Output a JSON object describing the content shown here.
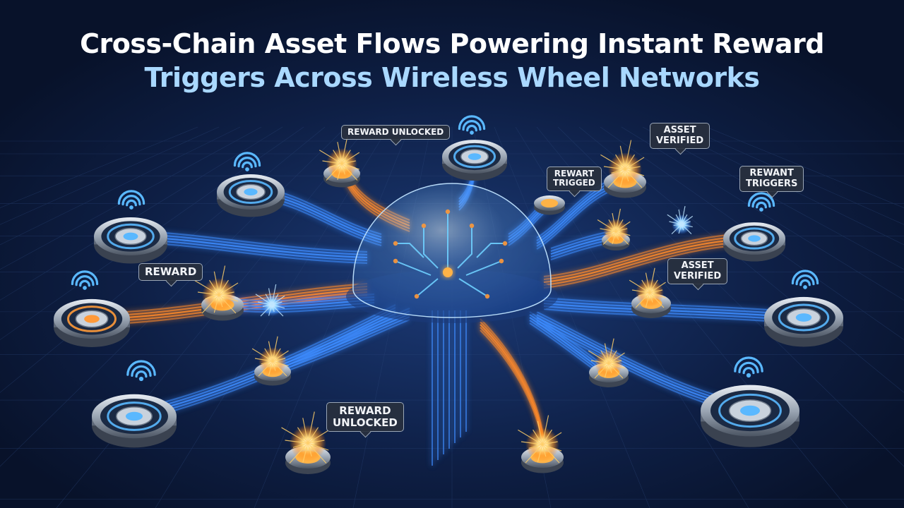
{
  "title": {
    "line1": "Cross-Chain Asset Flows Powering Instant Reward",
    "line2": "Triggers Across Wireless Wheel Networks"
  },
  "colors": {
    "background": "#0a1630",
    "blue_flow": "#3d8cff",
    "orange_flow": "#ff8a2a",
    "spark": "#ffcf6a",
    "title_accent": "#a9d8ff"
  },
  "callouts": [
    {
      "id": "reward-unlocked-top",
      "lines": [
        "REWARD UNLOCKED"
      ]
    },
    {
      "id": "asset-verified-top",
      "lines": [
        "ASSET",
        "VERIFIED"
      ]
    },
    {
      "id": "rewart-triggered",
      "lines": [
        "REWART",
        "TRIGGED"
      ]
    },
    {
      "id": "rewant-triggers",
      "lines": [
        "REWANT",
        "TRIGGERS"
      ]
    },
    {
      "id": "reward-left",
      "lines": [
        "REWARD"
      ]
    },
    {
      "id": "asset-verified-right",
      "lines": [
        "ASSET",
        "VERIFIED"
      ]
    },
    {
      "id": "reward-unlocked-bottom",
      "lines": [
        "REWARD",
        "UNLOCKED"
      ]
    }
  ],
  "icons": {
    "hub": "globe-circuit-icon",
    "wheel": "gear-wheel-icon",
    "signal": "wifi-icon",
    "spark": "spark-icon"
  }
}
